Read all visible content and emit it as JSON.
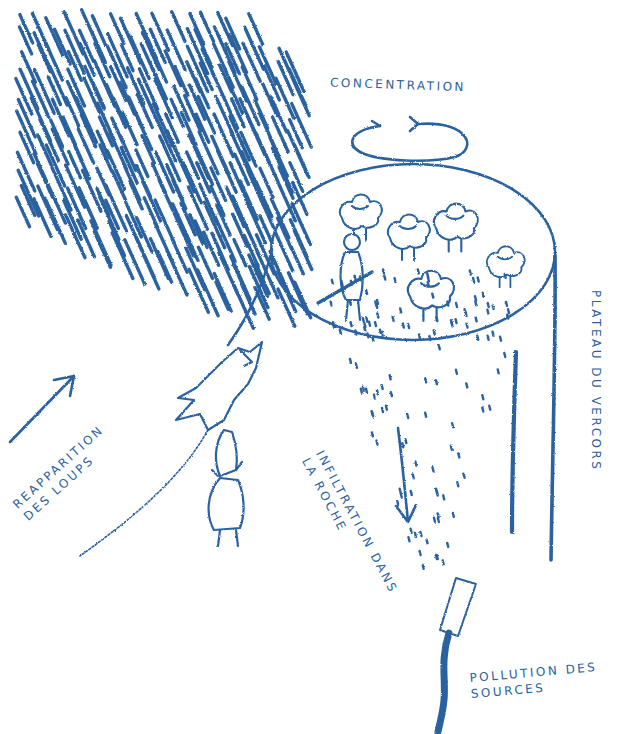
{
  "diagram": {
    "labels": [
      "CONCENTRATION",
      "PLATEAU DU VERCORS",
      "REAPPARITION DES LOUPS",
      "INFILTRATION DANS LA ROCHE",
      "POLLUTION DES SOURCES"
    ]
  }
}
